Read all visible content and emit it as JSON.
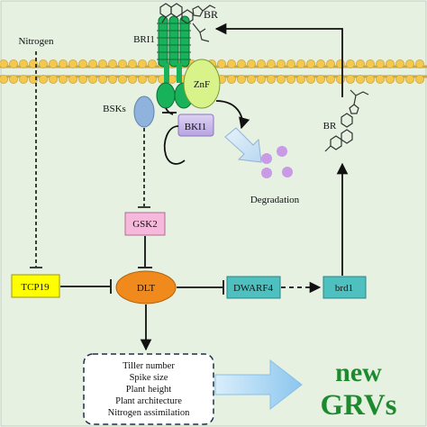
{
  "labels": {
    "nitrogen": "Nitrogen",
    "bri1": "BRI1",
    "br_top": "BR",
    "br_right": "BR",
    "znf": "ZnF",
    "bsks": "BSKs",
    "bki1": "BKI1",
    "degradation": "Degradation",
    "gsk2": "GSK2",
    "tcp19": "TCP19",
    "dlt": "DLT",
    "dwarf4": "DWARF4",
    "brd1": "brd1",
    "new_text": "new",
    "grvs_text": "GRVs"
  },
  "traits": [
    "Tiller number",
    "Spike size",
    "Plant height",
    "Plant architecture",
    "Nitrogen assimilation"
  ],
  "colors": {
    "background": "#e6f1e2",
    "membrane_head": "#f2c94c",
    "bri1_green": "#18b25a",
    "znf_fill": "#d8f38a",
    "bsk_fill": "#8fb3dc",
    "bki1_fill": "#c4b5e6",
    "degradation_dots": "#c99ae6",
    "gsk2_fill": "#f6b9dc",
    "tcp19_fill": "#ffff00",
    "dlt_fill": "#f08a1c",
    "dwarf4_fill": "#4fc0c0",
    "brd1_fill": "#4fc0c0",
    "grv_text": "#1e8a2e",
    "big_arrow": "#a9d4f2"
  }
}
